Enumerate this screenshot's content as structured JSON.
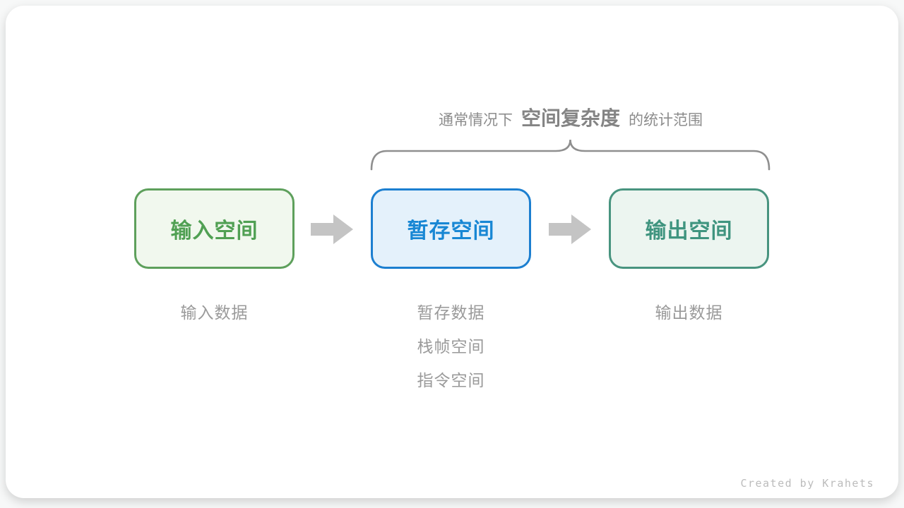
{
  "title": {
    "prefix": "通常情况下",
    "emphasis": "空间复杂度",
    "suffix": "的统计范围"
  },
  "boxes": [
    {
      "id": "input-space",
      "label": "输入空间",
      "text_color": "#50a053",
      "border_color": "#5ea05c",
      "bg_color": "#f1f8ee"
    },
    {
      "id": "temp-space",
      "label": "暂存空间",
      "text_color": "#1887d4",
      "border_color": "#1c7fd0",
      "bg_color": "#e4f1fb"
    },
    {
      "id": "output-space",
      "label": "输出空间",
      "text_color": "#3f947f",
      "border_color": "#48947f",
      "bg_color": "#ecf5f0"
    }
  ],
  "captions": [
    {
      "under": "input-space",
      "lines": [
        "输入数据"
      ]
    },
    {
      "under": "temp-space",
      "lines": [
        "暂存数据",
        "栈帧空间",
        "指令空间"
      ]
    },
    {
      "under": "output-space",
      "lines": [
        "输出数据"
      ]
    }
  ],
  "icons": {
    "arrow_color": "#c4c4c4",
    "brace_color": "#8f8f8f"
  },
  "footer": {
    "credit": "Created by Krahets"
  }
}
